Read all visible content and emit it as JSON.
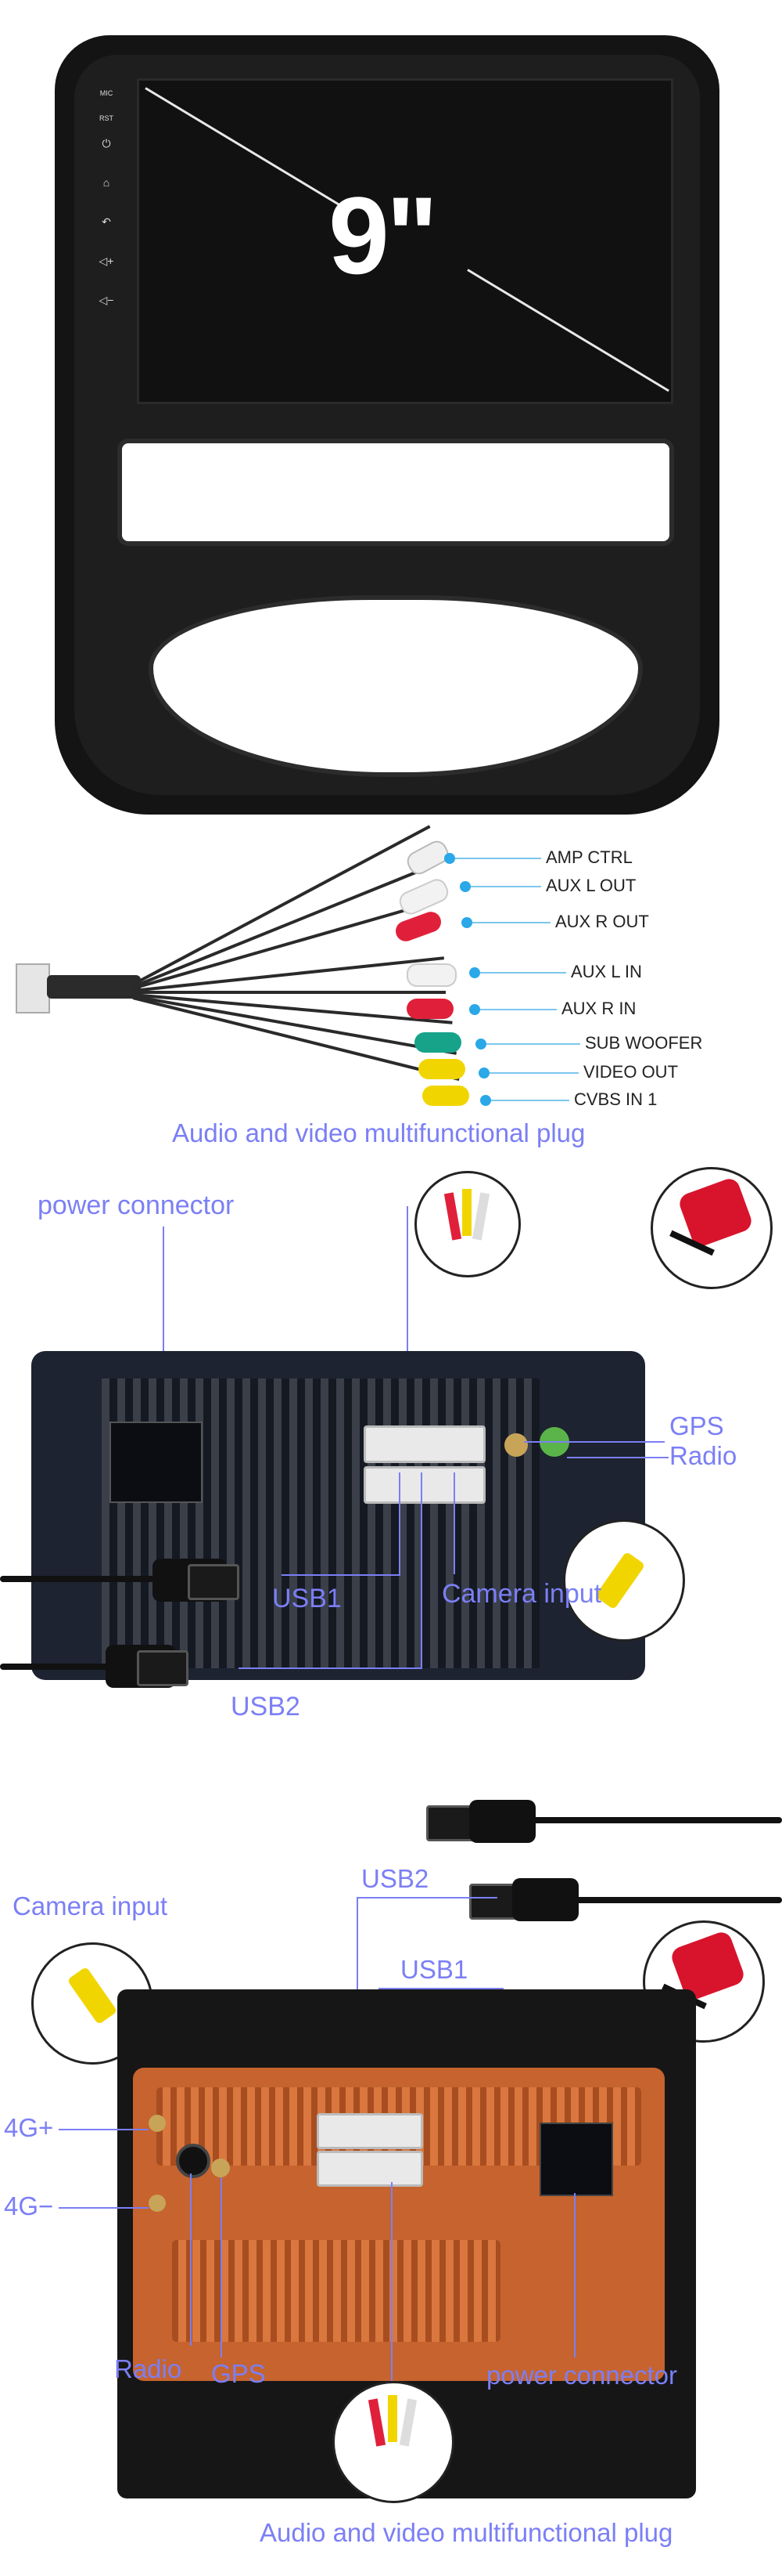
{
  "hero": {
    "screen_size": "9\"",
    "side_buttons": [
      "MIC",
      "RST",
      "power-icon",
      "home-icon",
      "back-icon",
      "vol-up-icon",
      "vol-down-icon"
    ]
  },
  "harness": {
    "labels": [
      "AMP CTRL",
      "AUX L OUT",
      "AUX R OUT",
      "AUX L IN",
      "AUX R IN",
      "SUB WOOFER",
      "VIDEO OUT",
      "CVBS IN 1"
    ],
    "title": "Audio and video multifunctional plug",
    "accent": "#2aa8e8"
  },
  "back1": {
    "power_connector": "power connector",
    "gps": "GPS",
    "radio": "Radio",
    "usb1": "USB1",
    "camera_input": "Camera input",
    "usb2": "USB2",
    "line_color": "#7b7ff5"
  },
  "back2": {
    "usb2": "USB2",
    "camera_input": "Camera input",
    "usb1": "USB1",
    "fourg_plus": "4G+",
    "fourg_minus": "4G−",
    "radio": "Radio",
    "gps": "GPS",
    "power_connector": "power connector",
    "av_plug": "Audio and video multifunctional plug"
  }
}
